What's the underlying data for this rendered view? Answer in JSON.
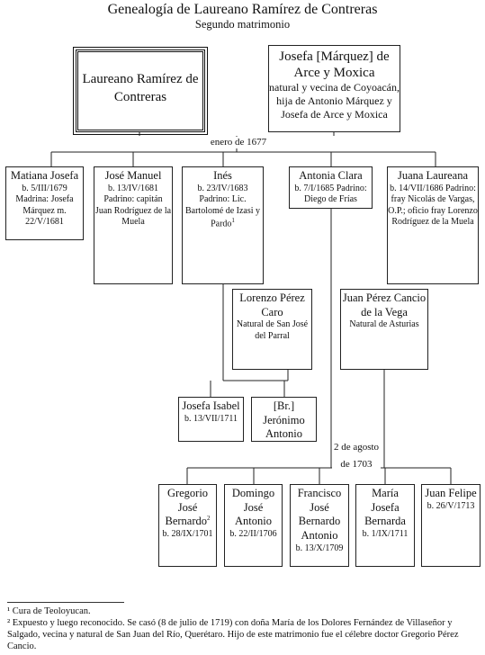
{
  "title": "Genealogía de Laureano Ramírez de Contreras",
  "subtitle": "Segundo matrimonio",
  "father": {
    "name": "Laureano Ramírez de Contreras"
  },
  "mother": {
    "name": "Josefa [Márquez] de Arce y Moxica",
    "note": "natural y vecina de Coyoacán, hija de Antonio Márquez y Josefa de Arce y Moxica"
  },
  "marriage_label": "enero de 1677",
  "children": [
    {
      "name": "Matiana Josefa",
      "details": "b. 5/III/1679 Madrina: Josefa Márquez m. 22/V/1681"
    },
    {
      "name": "José Manuel",
      "details": "b. 13/IV/1681 Padrino: capitán Juan Rodríguez de la Muela"
    },
    {
      "name": "Inés",
      "details": "b. 23/IV/1683 Padrino: Lic. Bartolomé de Izasi y Pardo",
      "footnote_mark": "1"
    },
    {
      "name": "Antonia Clara",
      "details": "b. 7/I/1685 Padrino: Diego de Frías"
    },
    {
      "name": "Juana Laureana",
      "details": "b. 14/VII/1686 Padrino: fray Nicolás de Vargas, O.P.; oficio fray Lorenzo Rodríguez de la Muela"
    }
  ],
  "spouse_ines": {
    "name": "Lorenzo Pérez Caro",
    "details": "Natural de San José del Parral"
  },
  "spouse_antonia": {
    "name": "Juan Pérez Cancio de la Vega",
    "details": "Natural de Asturias"
  },
  "ines_children": [
    {
      "name": "Josefa Isabel",
      "details": "b. 13/VII/1711"
    },
    {
      "name": "[Br.] Jerónimo Antonio",
      "details": ""
    }
  ],
  "antonia_marriage_label": "2 de agosto de 1703",
  "antonia_children": [
    {
      "name": "Gregorio José Bernardo",
      "footnote_mark": "2",
      "details": "b. 28/IX/1701"
    },
    {
      "name": "Domingo José Antonio",
      "details": "b. 22/II/1706"
    },
    {
      "name": "Francisco José Bernardo Antonio",
      "details": "b. 13/X/1709"
    },
    {
      "name": "María Josefa Bernarda",
      "details": "b. 1/IX/1711"
    },
    {
      "name": "Juan Felipe",
      "details": "b. 26/V/1713"
    }
  ],
  "footnotes": [
    "¹ Cura de Teoloyucan.",
    "² Expuesto y luego reconocido. Se casó (8 de julio de 1719) con doña María de los Dolores Fernández de Villaseñor y Salgado, vecina y natural de San Juan del Río, Querétaro. Hijo de este matrimonio fue el célebre doctor Gregorio Pérez Cancio."
  ]
}
